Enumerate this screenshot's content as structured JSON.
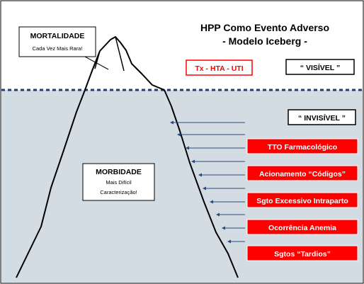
{
  "title": {
    "line1": "HPP Como Evento Adverso",
    "line2": "- Modelo Iceberg -"
  },
  "mortalidade": {
    "heading": "MORTALIDADE",
    "sub": "Cada Vez Mais Rara!"
  },
  "morbidade": {
    "heading": "MORBIDADE",
    "sub1": "Mais Difícil",
    "sub2": "Caracterização!"
  },
  "visible": {
    "label": "“ VISÍVEL ”",
    "indicator": "Tx - HTA - UTI"
  },
  "invisible": {
    "label": "“ INVISÍVEL ”"
  },
  "hidden_items": [
    "TTO Farmacológico",
    "Acionamento “Códigos”",
    "Sgto Excessivo Intraparto",
    "Ocorrência Anemia",
    "Sgtos “Tardios”"
  ],
  "colors": {
    "water": "#d4dce3",
    "waterline": "#1f3d6e",
    "arrow": "#2a4a7a",
    "accent_red": "#ff0000",
    "outline": "#000000"
  }
}
